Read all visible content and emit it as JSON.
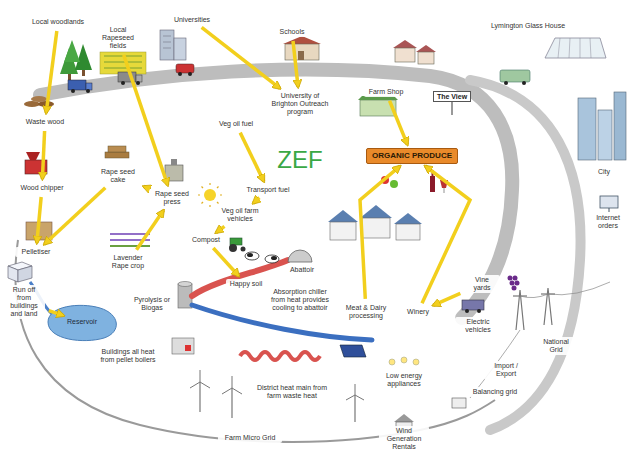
{
  "diagram": {
    "nodes": [
      {
        "text": [
          "Local woodlands"
        ]
      },
      {
        "text": [
          "Local Rapeseed fields"
        ]
      },
      {
        "text": [
          "Universities"
        ]
      },
      {
        "text": [
          "Schools"
        ]
      },
      {
        "text": [
          "Lymington Glass House"
        ]
      },
      {
        "text": [
          "Farm Shop"
        ]
      },
      {
        "text": [
          "University of Brighton Outreach program"
        ]
      },
      {
        "text": [
          "Veg oil fuel"
        ]
      },
      {
        "text": [
          "Waste wood"
        ]
      },
      {
        "text": [
          "ORGANIC PRODUCE"
        ]
      },
      {
        "text": [
          "City"
        ]
      },
      {
        "text": [
          "Rape seed cake"
        ]
      },
      {
        "text": [
          "Wood chipper"
        ]
      },
      {
        "text": [
          "Rape seed press"
        ]
      },
      {
        "text": [
          "Transport fuel"
        ]
      },
      {
        "text": [
          "Internet orders"
        ]
      },
      {
        "text": [
          "Veg oil farm vehicles"
        ]
      },
      {
        "text": [
          "Compost"
        ]
      },
      {
        "text": [
          "Pelletiser"
        ]
      },
      {
        "text": [
          "Lavender Rape crop"
        ]
      },
      {
        "text": [
          "Happy soil"
        ]
      },
      {
        "text": [
          "Abattoir"
        ]
      },
      {
        "text": [
          "Absorption chiller from heat provides cooling to abattoir"
        ]
      },
      {
        "text": [
          "Vine yards"
        ]
      },
      {
        "text": [
          "Run off from buildings and land"
        ]
      },
      {
        "text": [
          "Pyrolysis or Biogas"
        ]
      },
      {
        "text": [
          "Meat & Dairy processing"
        ]
      },
      {
        "text": [
          "Winery"
        ]
      },
      {
        "text": [
          "Reservoir"
        ]
      },
      {
        "text": [
          "Electric vehicles"
        ]
      },
      {
        "text": [
          "National Grid"
        ]
      },
      {
        "text": [
          "Buildings all heat from pellet boilers"
        ]
      },
      {
        "text": [
          "Import / Export"
        ]
      },
      {
        "text": [
          "Low energy appliances"
        ]
      },
      {
        "text": [
          "District heat main from farm waste heat"
        ]
      },
      {
        "text": [
          "Balancing grid"
        ]
      },
      {
        "text": [
          "Farm Micro Grid"
        ]
      },
      {
        "text": [
          "Wind Generation Rentals"
        ]
      }
    ],
    "edges": [
      {
        "from": 2,
        "to": 6,
        "arrow": "to"
      },
      {
        "from": 3,
        "to": 6,
        "arrow": "to"
      },
      {
        "from": 0,
        "to": 8,
        "arrow": "to"
      },
      {
        "from": 8,
        "to": 12,
        "arrow": "to"
      },
      {
        "from": 12,
        "to": 18,
        "arrow": "to"
      },
      {
        "from": 11,
        "to": 18,
        "arrow": "to"
      },
      {
        "from": 13,
        "to": 11,
        "arrow": "to"
      },
      {
        "from": 19,
        "to": 13,
        "arrow": "to"
      },
      {
        "from": 1,
        "to": 13,
        "arrow": "to"
      },
      {
        "from": 7,
        "to": 14,
        "arrow": "to"
      },
      {
        "from": 14,
        "to": 16,
        "arrow": "to"
      },
      {
        "from": 16,
        "to": 17,
        "arrow": "to"
      },
      {
        "from": 17,
        "to": 20,
        "arrow": "to"
      },
      {
        "from": 24,
        "to": 28,
        "arrow": "to"
      },
      {
        "from": 5,
        "to": 9,
        "arrow": "to"
      },
      {
        "from": 26,
        "to": 9,
        "arrow": "to"
      },
      {
        "from": 27,
        "to": 9,
        "arrow": "to"
      },
      {
        "from": 23,
        "to": 27,
        "arrow": "to"
      }
    ],
    "labels": [
      "ZEF",
      "The View"
    ]
  }
}
